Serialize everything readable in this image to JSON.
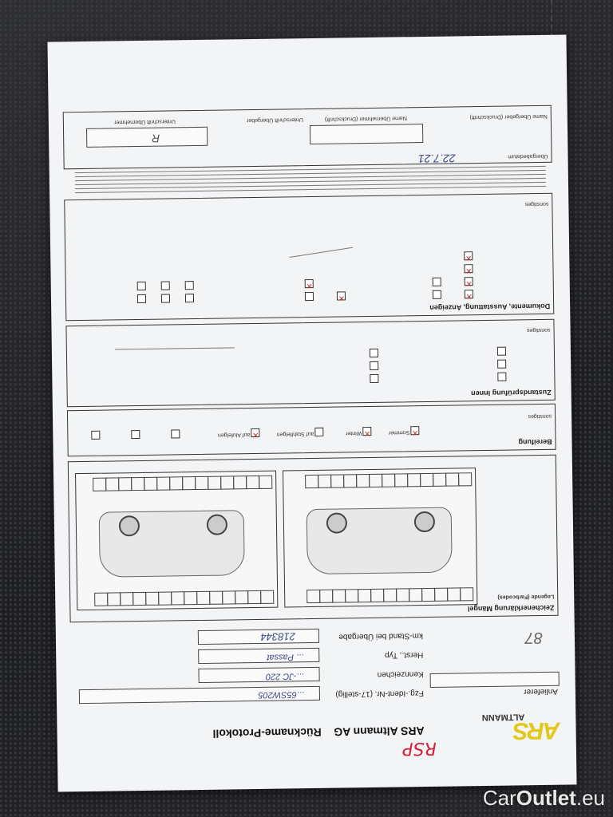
{
  "form": {
    "company_title": "ARS Altmann AG",
    "protocol_title": "Rückname-Protokoll",
    "logo_letters": "ARS",
    "logo_name": "ALTMANN",
    "handwritten_stamp": "RSP",
    "fields": {
      "anlieferer_label": "Anlieferer",
      "vin_label": "Fzg.-Ident-Nr. (17-stellig)",
      "vin_value": "...65SW205",
      "kennzeichen_label": "Kennzeichen",
      "kennzeichen_value": "...-JC 220",
      "hersteller_label": "Herst., Typ",
      "hersteller_value": "... Passat",
      "km_label": "km-Stand bei Übergabe",
      "km_value": "218344",
      "corner_note": "87"
    },
    "sections": {
      "schaeden": "Zeichenerklärung Mängel",
      "legende": "Legende (Farbcodes)",
      "bereifung": "Bereifung",
      "zustand": "Zustandsprüfung Innen",
      "dokumente": "Dokumente, Ausstattung, Anzeigen",
      "sonstiges": "sonstiges",
      "signatures": "Übergabedatum"
    },
    "tire_options": [
      "Sommer",
      "Winter",
      "auf Stahlfelgen",
      "auf Alufelgen"
    ],
    "signature_date": "22.7.21",
    "signature_label_1": "Name Übergeber (Druckschrift)",
    "signature_label_2": "Name Übernehmer (Druckschrift)",
    "signature_label_3": "Unterschrift Übergeber",
    "signature_label_4": "Unterschrift Übernehmer",
    "signature_initial": "R"
  },
  "watermark": {
    "brand_a": "Car",
    "brand_b": "Outlet",
    "brand_c": ".eu"
  }
}
